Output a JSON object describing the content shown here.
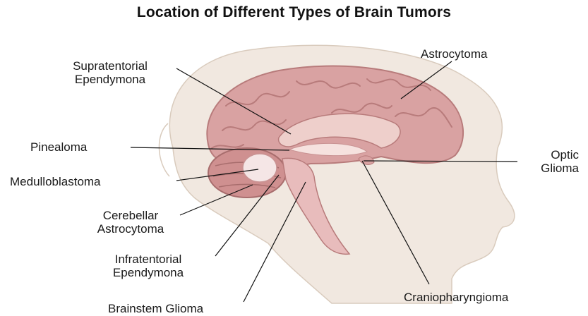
{
  "title": "Location of Different Types of Brain Tumors",
  "labels": {
    "supratentorial": {
      "line1": "Supratentorial",
      "line2": "Ependymona"
    },
    "astrocytoma": "Astrocytoma",
    "pinealoma": "Pinealoma",
    "medulloblastoma": "Medulloblastoma",
    "cerebellar": {
      "line1": "Cerebellar",
      "line2": "Astrocytoma"
    },
    "infratentorial": {
      "line1": "Infratentorial",
      "line2": "Ependymona"
    },
    "brainstem": "Brainstem Glioma",
    "optic": {
      "line1": "Optic",
      "line2": "Glioma"
    },
    "craniopharyngioma": "Craniopharyngioma"
  },
  "colors": {
    "head": "#f1e8e0",
    "head_outline": "#d9cbbd",
    "brain": "#d9a2a2",
    "brain_dark": "#b87b7b",
    "inner": "#eecfcb",
    "leader_line": "#111111"
  }
}
